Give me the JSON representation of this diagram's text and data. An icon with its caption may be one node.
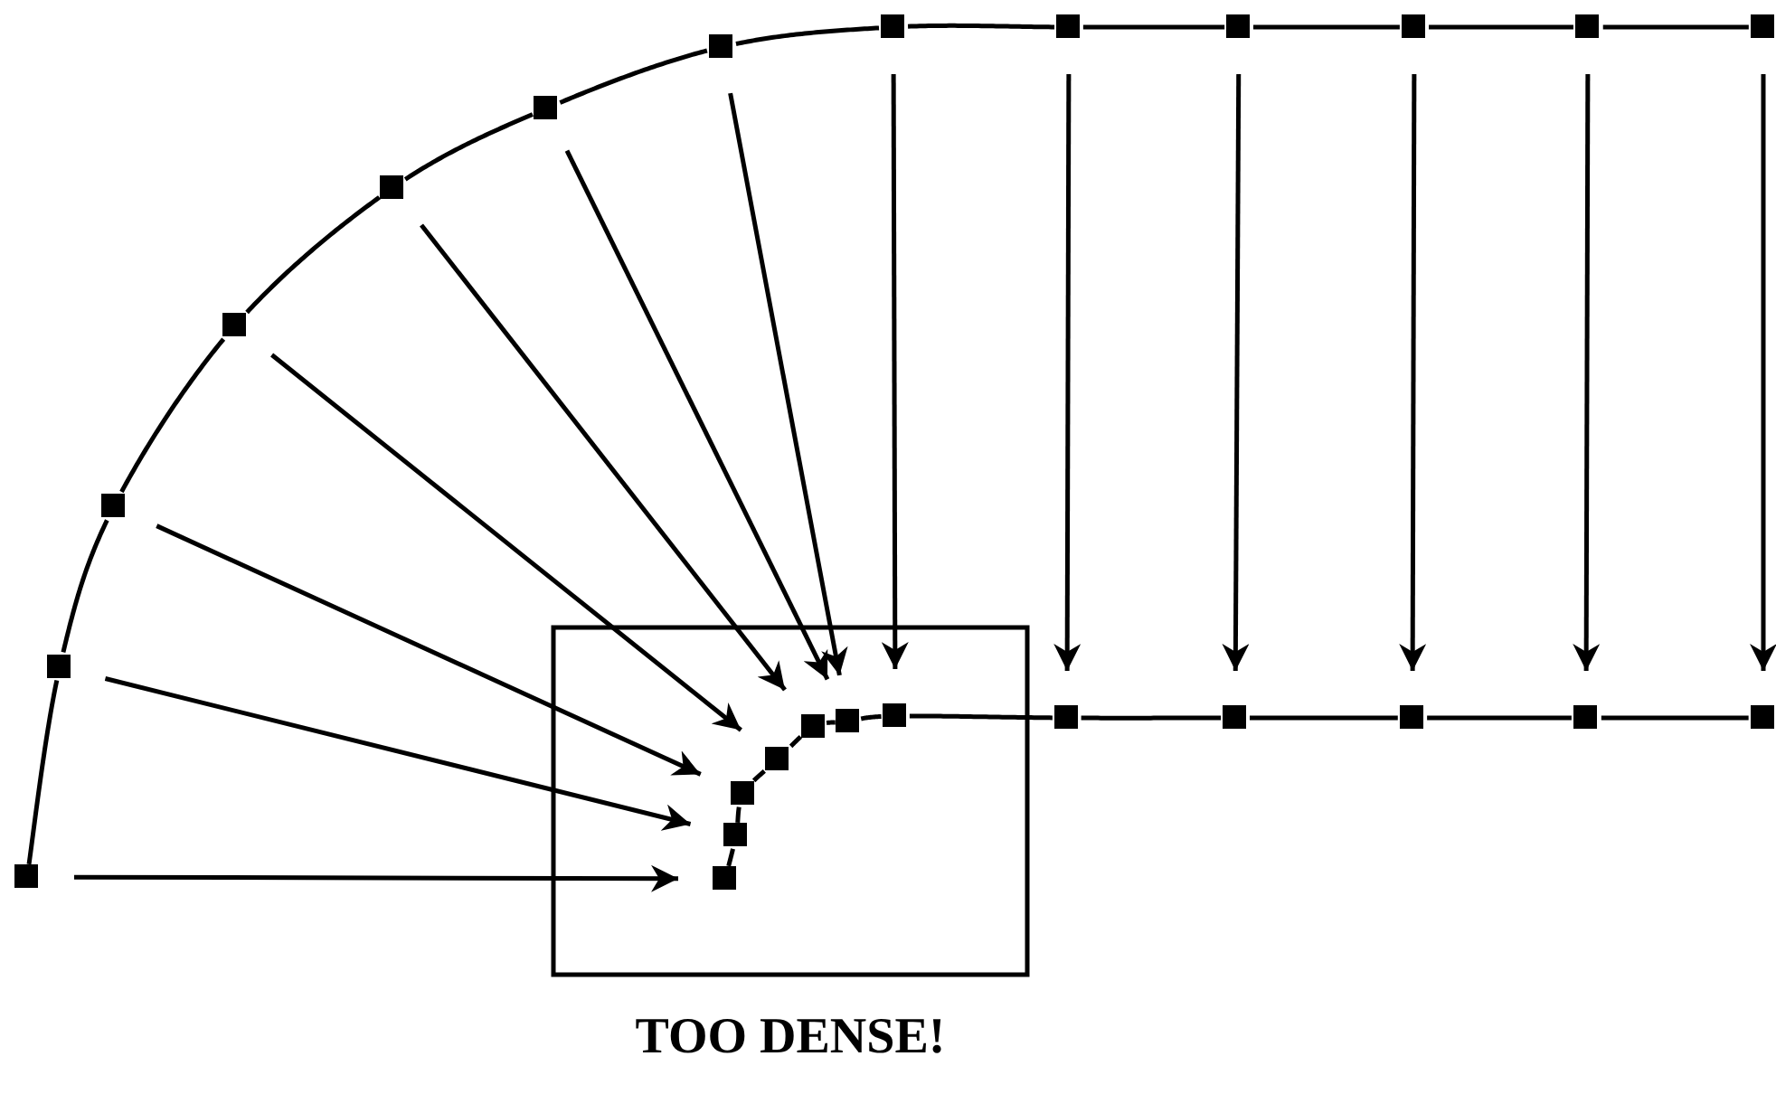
{
  "diagram": {
    "nodes": [
      {
        "text": [],
        "shape": "box"
      },
      {
        "text": [],
        "shape": "box"
      },
      {
        "text": [],
        "shape": "box"
      },
      {
        "text": [],
        "shape": "box"
      },
      {
        "text": [],
        "shape": "box"
      },
      {
        "text": [],
        "shape": "box"
      },
      {
        "text": [],
        "shape": "box"
      },
      {
        "text": [],
        "shape": "box"
      },
      {
        "text": [],
        "shape": "box"
      },
      {
        "text": [],
        "shape": "box"
      },
      {
        "text": [],
        "shape": "box"
      },
      {
        "text": [],
        "shape": "box"
      },
      {
        "text": [],
        "shape": "box"
      },
      {
        "text": [],
        "shape": "box"
      },
      {
        "text": [],
        "shape": "box"
      },
      {
        "text": [],
        "shape": "box"
      },
      {
        "text": [],
        "shape": "box"
      },
      {
        "text": [],
        "shape": "box"
      },
      {
        "text": [],
        "shape": "box"
      },
      {
        "text": [],
        "shape": "box"
      },
      {
        "text": [],
        "shape": "box"
      },
      {
        "text": [],
        "shape": "box"
      },
      {
        "text": [],
        "shape": "box"
      },
      {
        "text": [],
        "shape": "box"
      },
      {
        "text": [],
        "shape": "box"
      }
    ],
    "edges": [
      {
        "from": 0,
        "to": 13,
        "arrow": "to"
      },
      {
        "from": 1,
        "to": 14,
        "arrow": "to"
      },
      {
        "from": 2,
        "to": 15,
        "arrow": "to"
      },
      {
        "from": 3,
        "to": 16,
        "arrow": "to"
      },
      {
        "from": 4,
        "to": 17,
        "arrow": "to"
      },
      {
        "from": 5,
        "to": 18,
        "arrow": "to"
      },
      {
        "from": 6,
        "to": 18,
        "arrow": "to"
      },
      {
        "from": 7,
        "to": 19,
        "arrow": "to"
      },
      {
        "from": 8,
        "to": 20,
        "arrow": "to"
      },
      {
        "from": 9,
        "to": 21,
        "arrow": "to"
      },
      {
        "from": 10,
        "to": 22,
        "arrow": "to"
      },
      {
        "from": 11,
        "to": 23,
        "arrow": "to"
      },
      {
        "from": 12,
        "to": 24,
        "arrow": "to"
      },
      {
        "from": 0,
        "to": 1,
        "arrow": "none"
      },
      {
        "from": 1,
        "to": 2,
        "arrow": "none"
      },
      {
        "from": 2,
        "to": 3,
        "arrow": "none"
      },
      {
        "from": 3,
        "to": 4,
        "arrow": "none"
      },
      {
        "from": 4,
        "to": 5,
        "arrow": "none"
      },
      {
        "from": 5,
        "to": 6,
        "arrow": "none"
      },
      {
        "from": 6,
        "to": 7,
        "arrow": "none"
      },
      {
        "from": 7,
        "to": 8,
        "arrow": "none"
      },
      {
        "from": 8,
        "to": 9,
        "arrow": "none"
      },
      {
        "from": 9,
        "to": 10,
        "arrow": "none"
      },
      {
        "from": 10,
        "to": 11,
        "arrow": "none"
      },
      {
        "from": 11,
        "to": 12,
        "arrow": "none"
      },
      {
        "from": 13,
        "to": 14,
        "arrow": "none"
      },
      {
        "from": 14,
        "to": 15,
        "arrow": "none"
      },
      {
        "from": 15,
        "to": 16,
        "arrow": "none"
      },
      {
        "from": 16,
        "to": 17,
        "arrow": "none"
      },
      {
        "from": 17,
        "to": 18,
        "arrow": "none"
      },
      {
        "from": 18,
        "to": 19,
        "arrow": "none"
      },
      {
        "from": 19,
        "to": 20,
        "arrow": "none"
      },
      {
        "from": 20,
        "to": 21,
        "arrow": "none"
      },
      {
        "from": 21,
        "to": 22,
        "arrow": "none"
      },
      {
        "from": 22,
        "to": 23,
        "arrow": "none"
      },
      {
        "from": 23,
        "to": 24,
        "arrow": "none"
      }
    ],
    "labels": [
      "TOO DENSE!"
    ]
  }
}
